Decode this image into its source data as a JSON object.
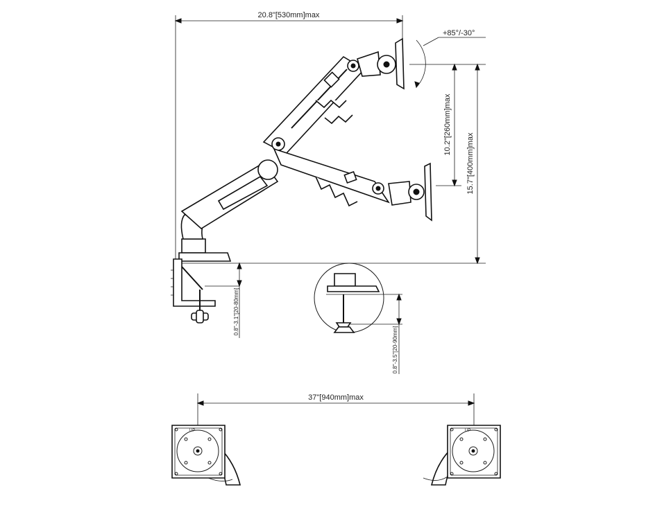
{
  "diagram": {
    "dimensions": {
      "arm_reach": "20.8\"[530mm]max",
      "tilt": "+85°/-30°",
      "lift_range": "10.2\"[260mm]max",
      "total_height": "15.7\"[400mm]max",
      "clamp_thickness": "0.8\"-3.1\"[20-80mm]",
      "grommet_thickness": "0.8\"-3.5\"[20-90mm]",
      "vesa_span": "37\"[940mm]max"
    },
    "vesa_plate_label": "UP",
    "colors": {
      "line": "#1a1a1a",
      "background": "#ffffff"
    }
  }
}
